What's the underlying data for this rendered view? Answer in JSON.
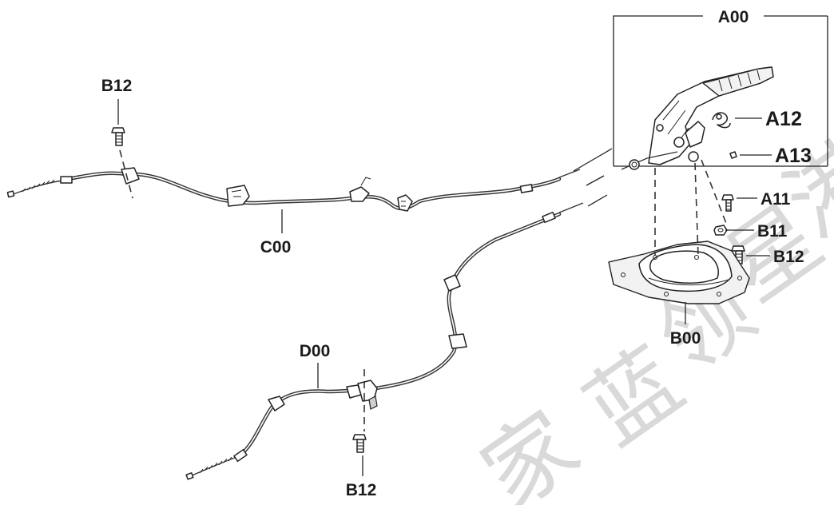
{
  "callouts": {
    "a00": "A00",
    "a11": "A11",
    "a12": "A12",
    "a13": "A13",
    "b00": "B00",
    "b11": "B11",
    "b12_top_left": "B12",
    "b12_right": "B12",
    "b12_bottom": "B12",
    "c00": "C00",
    "d00": "D00"
  },
  "watermark": {
    "glyphs": [
      "领",
      "蓝",
      "家",
      "星",
      "港"
    ],
    "color": "#d9d9d9"
  },
  "colors": {
    "line": "#222222",
    "background": "#ffffff"
  }
}
